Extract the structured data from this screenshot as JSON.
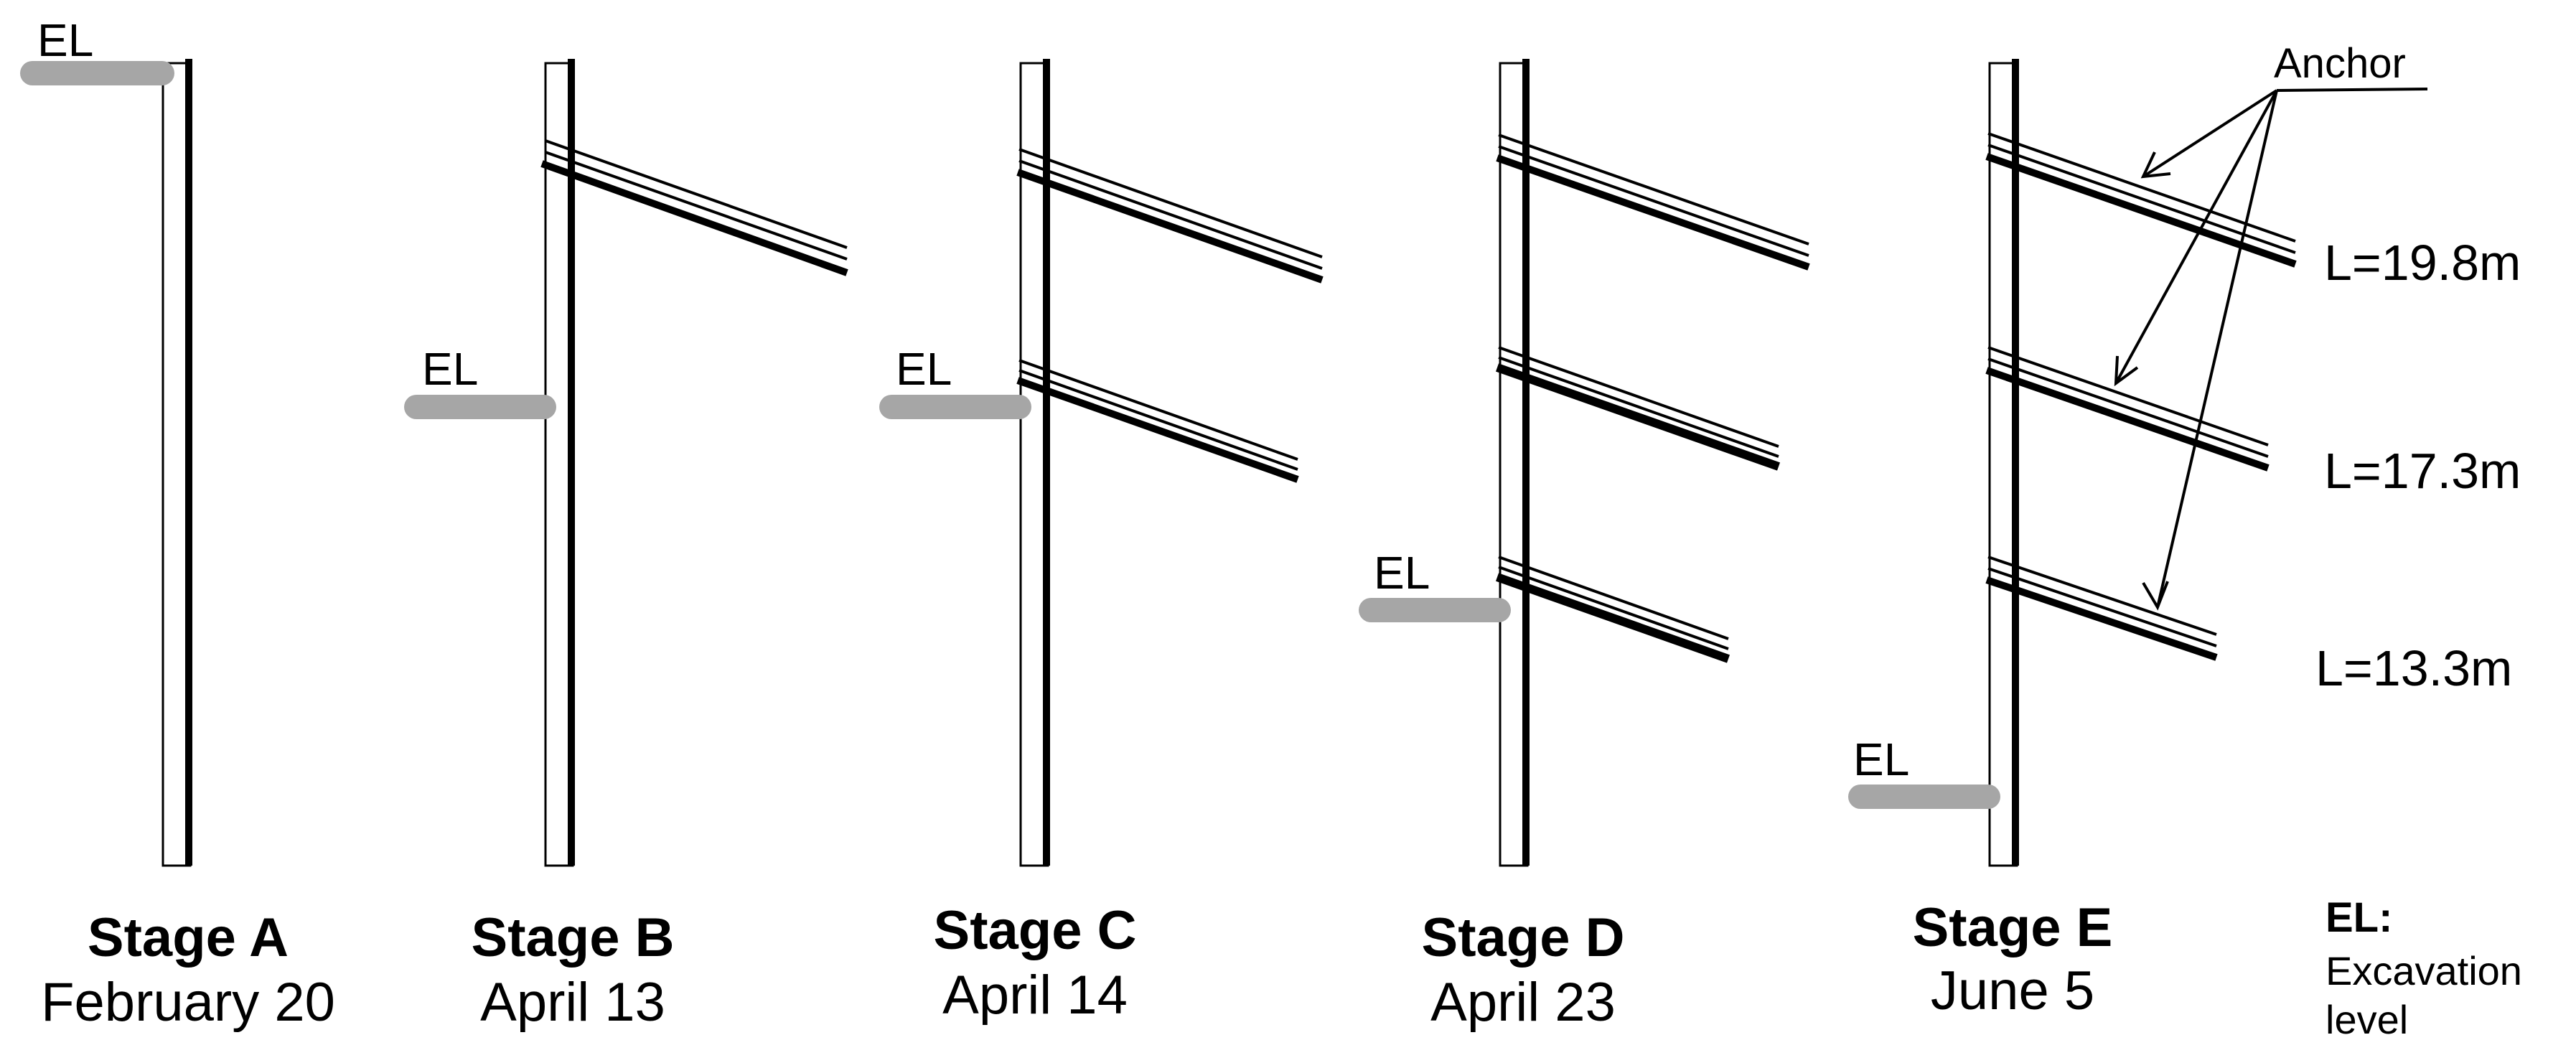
{
  "stages": [
    {
      "title": "Stage A",
      "date": "February 20",
      "el_label": "EL"
    },
    {
      "title": "Stage B",
      "date": "April 13",
      "el_label": "EL"
    },
    {
      "title": "Stage C",
      "date": "April 14",
      "el_label": "EL"
    },
    {
      "title": "Stage D",
      "date": "April 23",
      "el_label": "EL"
    },
    {
      "title": "Stage E",
      "date": "June 5",
      "el_label": "EL"
    }
  ],
  "anchor_callout": "Anchor",
  "anchor_lengths": [
    "L=19.8m",
    "L=17.3m",
    "L=13.3m"
  ],
  "legend": {
    "term": "EL:",
    "line1": "Excavation",
    "line2": "level"
  },
  "colors": {
    "line": "#000000",
    "excavation_level": "#a6a6a6",
    "background": "#ffffff"
  }
}
